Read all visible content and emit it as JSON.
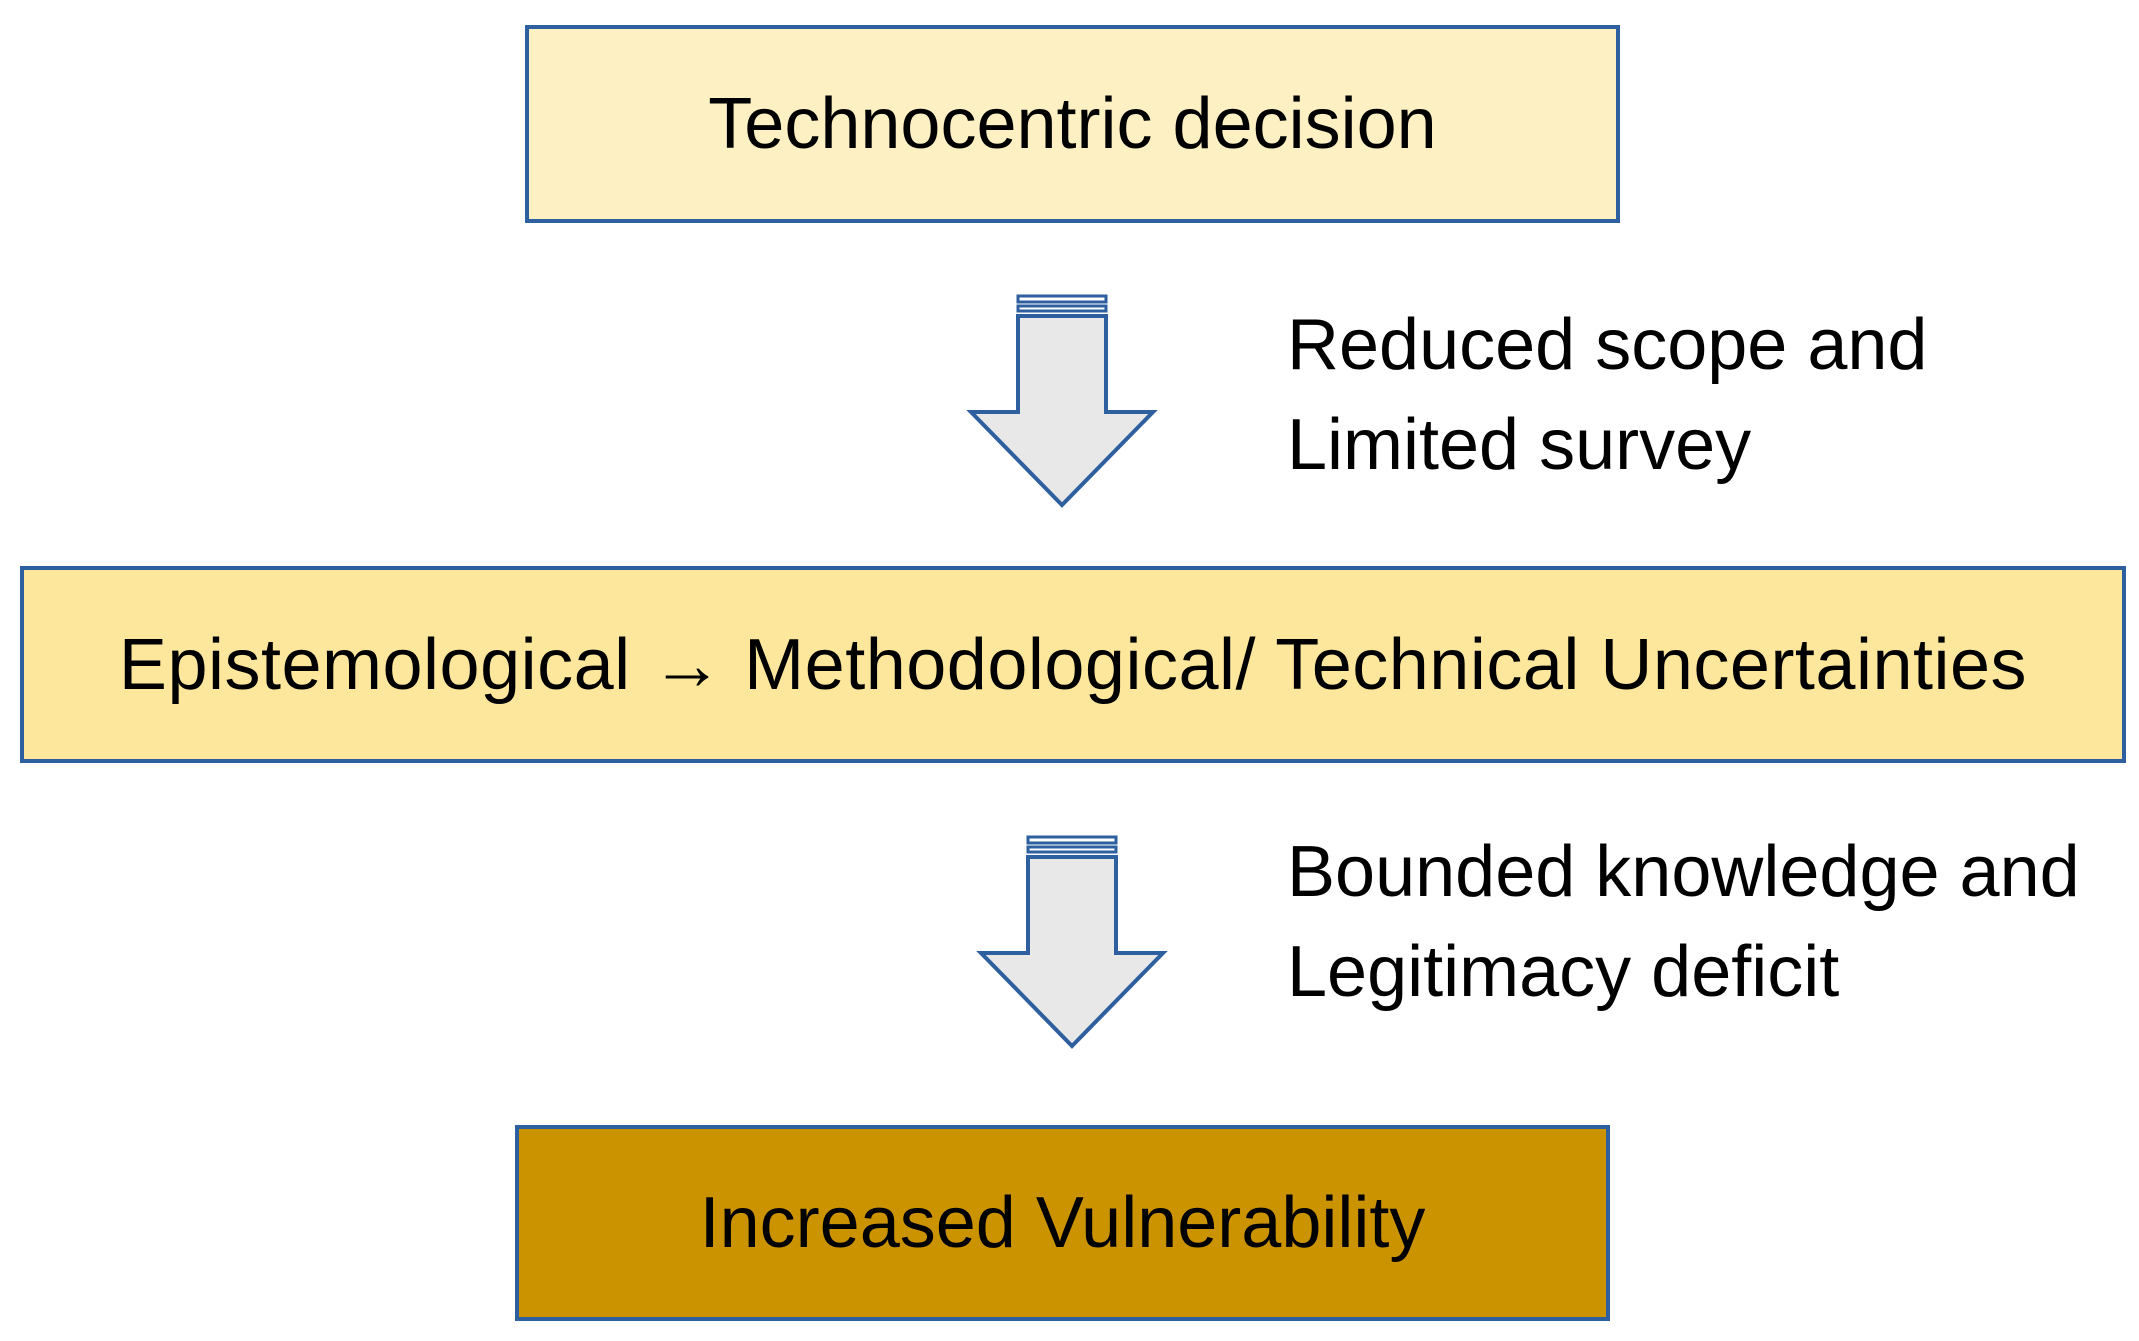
{
  "diagram": {
    "nodes": [
      {
        "id": "top",
        "label": "Technocentric decision",
        "color": "#fdf0c3"
      },
      {
        "id": "middle",
        "label": "Epistemological → Methodological/ Technical Uncertainties",
        "color": "#fde79c"
      },
      {
        "id": "bottom",
        "label": "Increased Vulnerability",
        "color": "#cc9300"
      }
    ],
    "edges": [
      {
        "from": "top",
        "to": "middle",
        "label_lines": [
          "Reduced scope and",
          "Limited survey"
        ]
      },
      {
        "from": "middle",
        "to": "bottom",
        "label_lines": [
          "Bounded knowledge and",
          "Legitimacy deficit"
        ]
      }
    ],
    "colors": {
      "border": "#2e5f9e",
      "arrow_fill": "#e8e8e8",
      "arrow_stroke": "#2e5f9e"
    }
  }
}
